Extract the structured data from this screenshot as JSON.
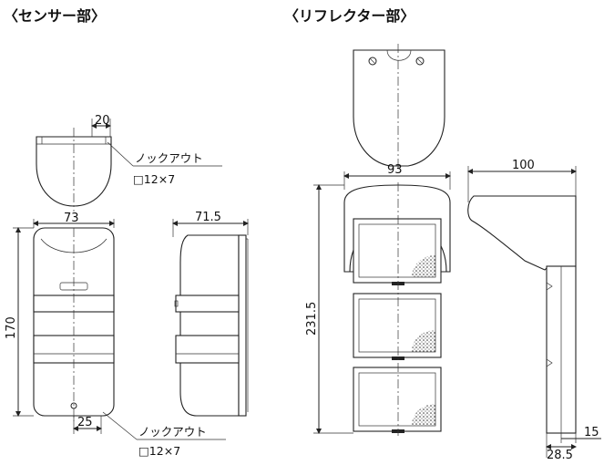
{
  "sensor": {
    "title": "〈センサー部〉",
    "dims": {
      "knockout_offset": "20",
      "width": "73",
      "depth": "71.5",
      "height": "170",
      "bottom_offset": "25"
    },
    "knockout_top": {
      "label": "ノックアウト",
      "size": "□12×7"
    },
    "knockout_bottom": {
      "label": "ノックアウト",
      "size": "□12×7"
    }
  },
  "reflector": {
    "title": "〈リフレクター部〉",
    "dims": {
      "width": "93",
      "height": "231.5",
      "depth": "100",
      "plate": "15",
      "base": "28.5"
    }
  }
}
